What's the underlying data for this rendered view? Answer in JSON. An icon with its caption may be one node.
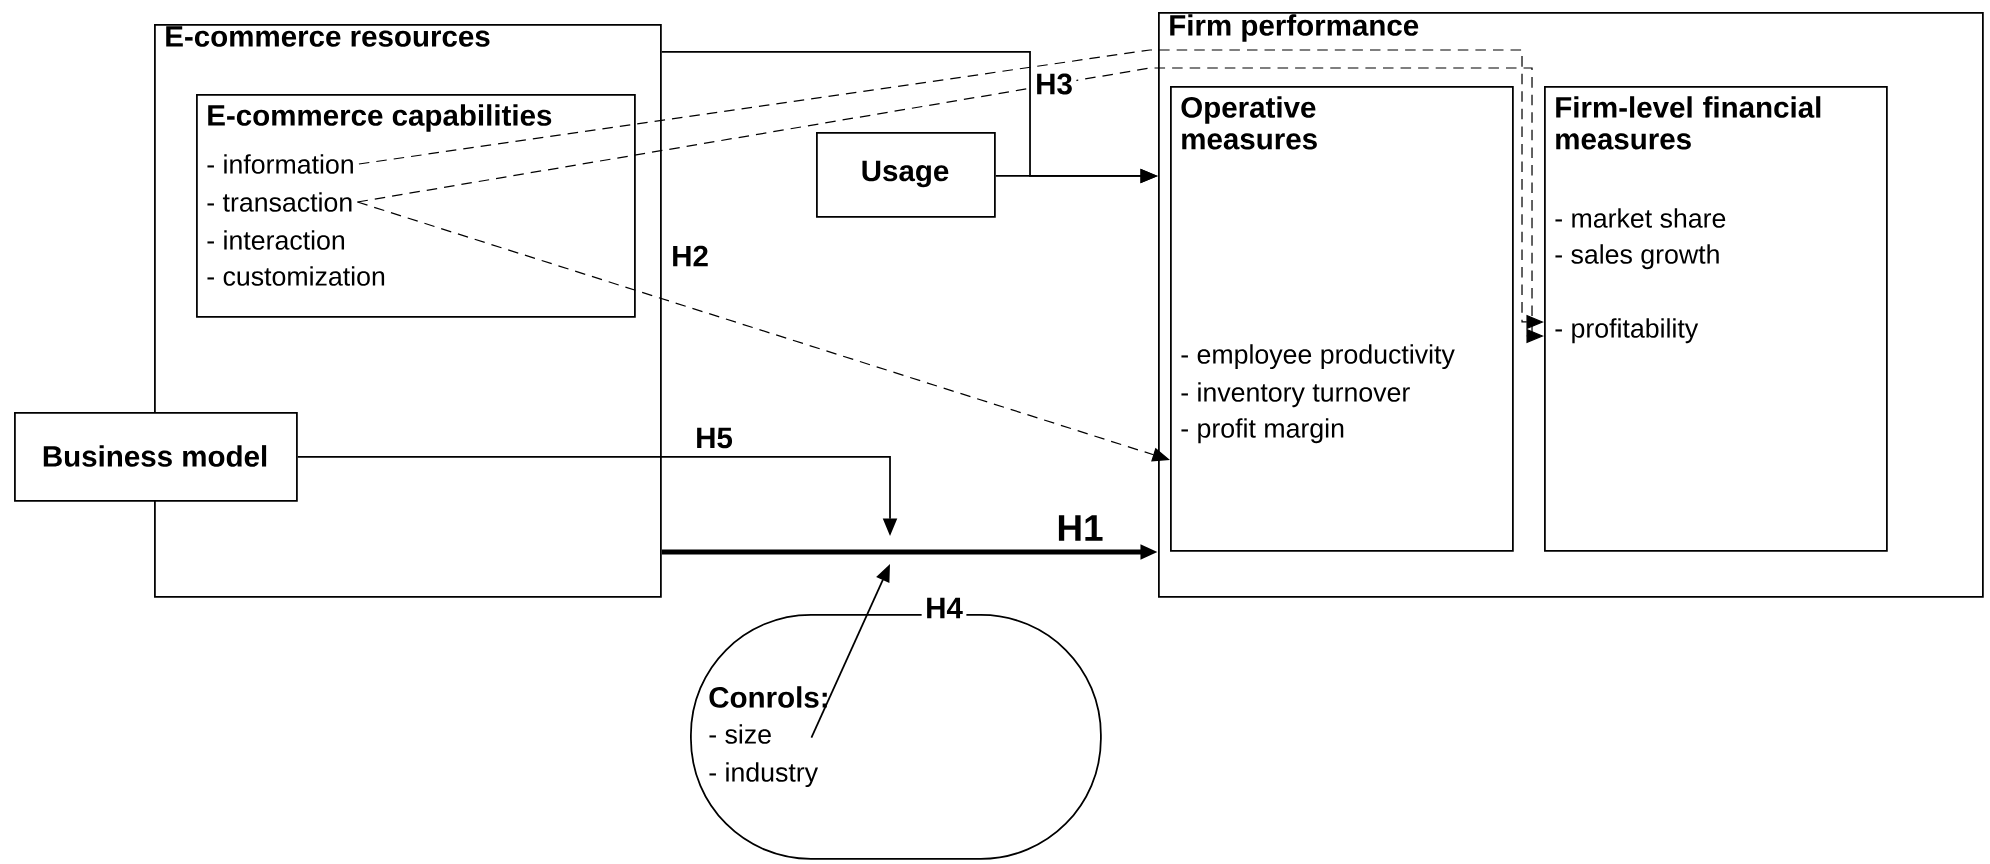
{
  "diagram": {
    "nodes": [
      {
        "text": [
          "E-commerce resources"
        ]
      },
      {
        "text": [
          "E-commerce capabilities",
          "- information",
          "- transaction",
          "- interaction",
          "- customization"
        ],
        "in": 0
      },
      {
        "text": [
          "Usage"
        ]
      },
      {
        "text": [
          "Firm performance"
        ]
      },
      {
        "text": [
          "Operative measures",
          "- employee productivity",
          "- inventory turnover",
          "- profit margin"
        ],
        "in": 3
      },
      {
        "text": [
          "Firm-level financial measures",
          "- market share",
          "- sales growth",
          "- profitability"
        ],
        "in": 3
      },
      {
        "text": [
          "Business model"
        ]
      },
      {
        "text": [
          "Conrols:",
          "- size",
          "- industry"
        ]
      }
    ],
    "edges": [
      {
        "from": 0,
        "to": 3,
        "arrow": "to",
        "label": "H1",
        "style": "thick"
      },
      {
        "from": 0,
        "to": 3,
        "arrow": "to",
        "label": "H3"
      },
      {
        "from": 2,
        "to": 3,
        "arrow": "to"
      },
      {
        "from": 1,
        "to": 5,
        "arrow": "to",
        "style": "dashed"
      },
      {
        "from": 1,
        "to": 5,
        "arrow": "to",
        "style": "dashed",
        "label": "H2"
      },
      {
        "from": 1,
        "to": 4,
        "arrow": "to",
        "style": "dashed"
      },
      {
        "from": 6,
        "to": null,
        "arrow": "to",
        "label": "H5"
      },
      {
        "from": 7,
        "to": null,
        "arrow": "to",
        "label": "H4"
      }
    ]
  }
}
